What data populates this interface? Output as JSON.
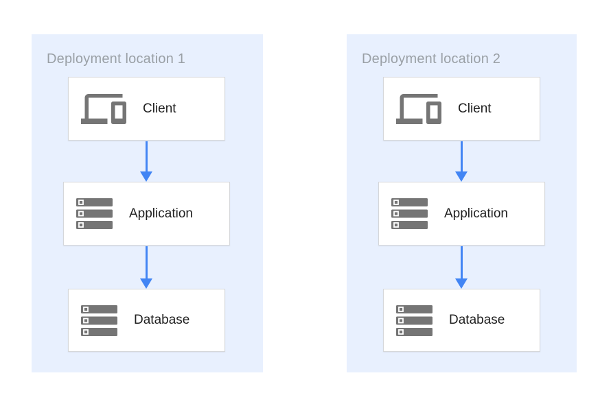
{
  "diagram": {
    "panels": [
      {
        "title": "Deployment location 1",
        "nodes": [
          {
            "label": "Client",
            "icon": "devices-icon"
          },
          {
            "label": "Application",
            "icon": "server-stack-icon"
          },
          {
            "label": "Database",
            "icon": "server-stack-icon"
          }
        ],
        "arrows": [
          "client-to-application",
          "application-to-database"
        ]
      },
      {
        "title": "Deployment location 2",
        "nodes": [
          {
            "label": "Client",
            "icon": "devices-icon"
          },
          {
            "label": "Application",
            "icon": "server-stack-icon"
          },
          {
            "label": "Database",
            "icon": "server-stack-icon"
          }
        ],
        "arrows": [
          "client-to-application",
          "application-to-database"
        ]
      }
    ],
    "colors": {
      "panel_background": "#E8F0FE",
      "node_background": "#FFFFFF",
      "node_border": "#D5D7DA",
      "arrow": "#4285F4",
      "icon": "#757575",
      "title_text": "#9AA0A6",
      "label_text": "#212121"
    }
  }
}
